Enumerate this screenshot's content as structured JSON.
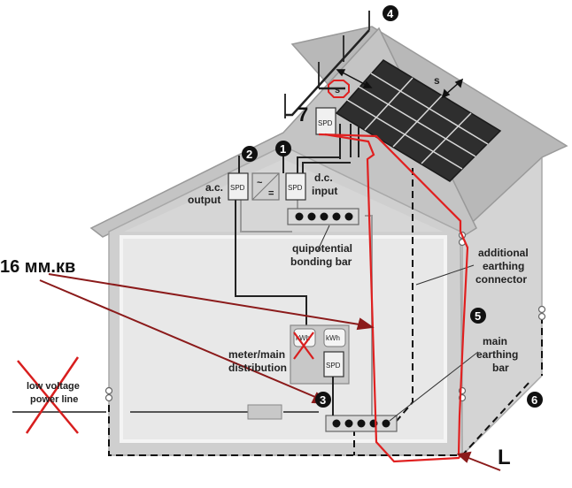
{
  "diagram": {
    "badges": [
      "1",
      "2",
      "3",
      "4",
      "5",
      "6"
    ],
    "number_seven": "7",
    "separation_label": "s",
    "labels": {
      "ac_output": [
        "a.c.",
        "output"
      ],
      "dc_input": [
        "d.c.",
        "input"
      ],
      "equipotential_bar": [
        "quipotential",
        "bonding bar"
      ],
      "additional_earthing": [
        "additional",
        "earthing",
        "connector"
      ],
      "main_earthing": [
        "main",
        "earthing",
        "bar"
      ],
      "meter_distribution": [
        "meter/main",
        "distribution"
      ],
      "low_voltage": [
        "low voltage",
        "power line"
      ],
      "cross_section": "16 мм.кв",
      "letter_l": "L"
    },
    "spd_label": "SPD",
    "kwh_label": "kWh",
    "inverter_symbols": [
      "~",
      "="
    ],
    "colors": {
      "roof": "#b8b8b8",
      "wall": "#cccccc",
      "panel": "#3a3a3a",
      "annotation_red": "#e02020",
      "arrow_darkred": "#8b1a1a",
      "cross_red": "#d81e1e"
    }
  }
}
